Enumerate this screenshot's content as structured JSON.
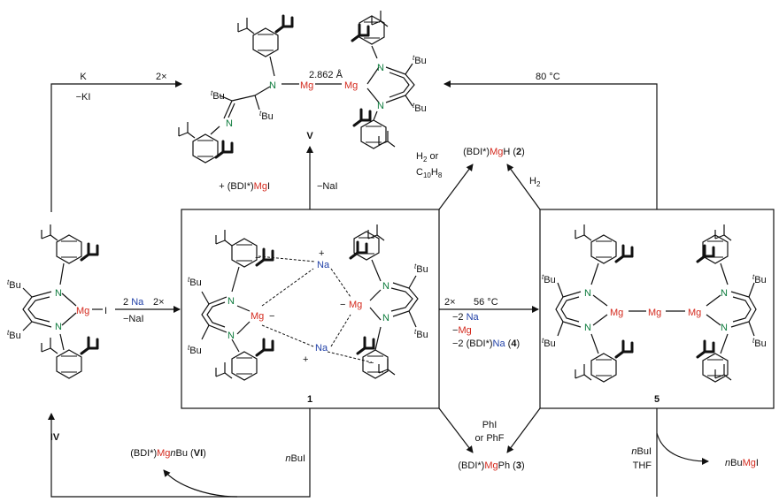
{
  "colors": {
    "magnesium": "#d42a1e",
    "sodium": "#1f3fa6",
    "nitrogen": "#0b7a3b",
    "line": "#111111"
  },
  "atoms": {
    "N": "N",
    "Mg": "Mg",
    "Na": "Na",
    "I": "I",
    "tbu_t": "t",
    "tbu_bu": "Bu",
    "plus": "+",
    "minus": "−"
  },
  "compounds": {
    "V": {
      "label": "V",
      "bond_distance": "2.862 Å"
    },
    "IV": {
      "label": "IV"
    },
    "one": {
      "label": "1"
    },
    "five": {
      "label": "5"
    }
  },
  "arrows": {
    "k_ki": {
      "line1": "K",
      "line2": "−KI",
      "mult": "2×"
    },
    "deg80": {
      "label": "80 °C"
    },
    "na_iv": {
      "reagent_num": "2",
      "reagent_el": "Na",
      "mult": "2×",
      "byproduct": "−NaI"
    },
    "bdimgi": {
      "plus": "+ (BDI*)",
      "mg": "Mg",
      "i": "I",
      "minus": "−NaI"
    },
    "h2_c10h8": {
      "line1": "H",
      "line1_sub": "2",
      "line1_end": " or",
      "line2": "C",
      "line2_sub": "10",
      "line2_mid": "H",
      "line2_sub2": "8"
    },
    "h2": {
      "text": "H",
      "sub": "2"
    },
    "deg56": {
      "mult": "2×",
      "label": "56 °C",
      "l1_pre": "−2 ",
      "l1_el": "Na",
      "l2_pre": "−",
      "l2_el": "Mg",
      "l3_pre": "−2 (BDI*)",
      "l3_el": "Na",
      "l3_open": " (",
      "l3_num": "4",
      "l3_close": ")"
    },
    "phi": {
      "line1": "PhI",
      "line2": "or PhF"
    },
    "nbui_left": {
      "italic": "n",
      "rest": "BuI"
    },
    "nbui_right": {
      "italic": "n",
      "rest": "BuI",
      "line2": "THF"
    }
  },
  "products": {
    "mgh": {
      "pre": "(BDI*)",
      "mg": "Mg",
      "post": "H (",
      "num": "2",
      "close": ")"
    },
    "mgph": {
      "pre": "(BDI*)",
      "mg": "Mg",
      "post": "Ph (",
      "num": "3",
      "close": ")"
    },
    "mgnbu": {
      "pre": "(BDI*)",
      "mg": "Mg",
      "n": "n",
      "post": "Bu (",
      "num": "VI",
      "close": ")"
    },
    "nbumgi": {
      "n": "n",
      "bu": "Bu",
      "mg": "Mg",
      "i": "I"
    }
  }
}
